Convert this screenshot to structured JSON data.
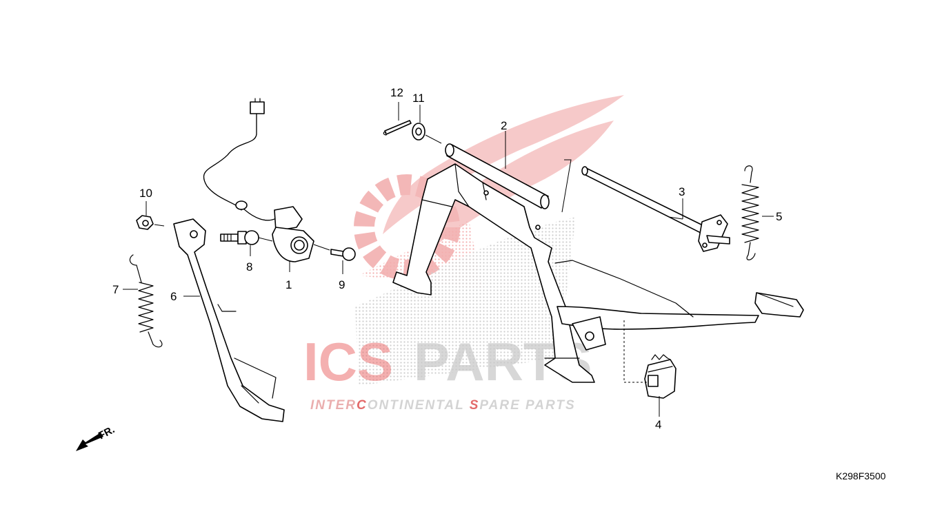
{
  "diagram": {
    "code": "K298F3500",
    "direction_label": "FR.",
    "callouts": [
      "1",
      "2",
      "3",
      "4",
      "5",
      "6",
      "7",
      "8",
      "9",
      "10",
      "11",
      "12"
    ]
  },
  "watermark": {
    "brand_a": "ICS",
    "brand_b": "PARTS",
    "tagline_a": "INTER",
    "tagline_c": "C",
    "tagline_b": "ONTINENTAL ",
    "tagline_s": "S",
    "tagline_d": "PARE PARTS",
    "colors": {
      "red": "#e23a3a",
      "grey": "#bdbdbd"
    }
  },
  "colors": {
    "line": "#000000",
    "background": "#ffffff"
  }
}
